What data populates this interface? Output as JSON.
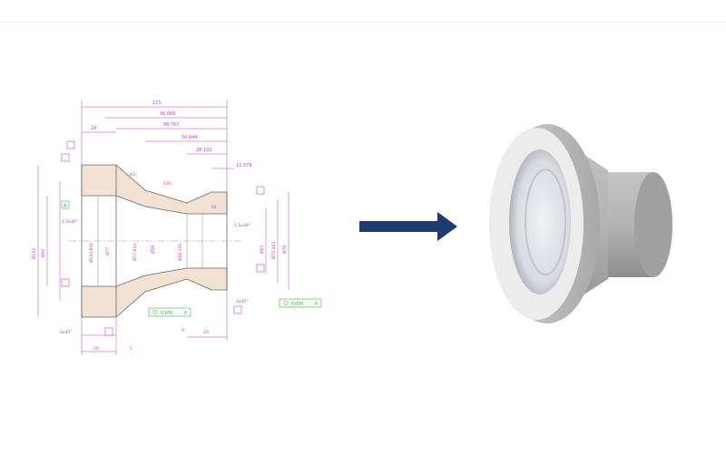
{
  "drawing": {
    "dims_horizontal": [
      "115",
      "96.666",
      "88.767",
      "50.644",
      "28.102",
      "11.578"
    ],
    "dim_top_left": "24",
    "dims_bottom": [
      "3x45°",
      "20",
      "5",
      "9",
      "20",
      "3x45°"
    ],
    "dims_vertical_left": [
      "Ø132",
      "Ø90",
      "Ø124.891",
      "Ø77",
      "Ø77.634",
      "Ø58",
      "Ø58.335"
    ],
    "dims_vertical_right": [
      "Ø65",
      "Ø72.445",
      "Ø76"
    ],
    "chamfers": [
      "1.5x30°",
      "1.5x30°"
    ],
    "radii": [
      "R3",
      "R25",
      "R1"
    ],
    "tolerance_frames": [
      "0.100",
      "0.050"
    ],
    "datum_letters": [
      "A",
      "A",
      "A"
    ],
    "colors": {
      "dimension": "#c040c0",
      "outline": "#555555",
      "hatch": "#d9b8a0",
      "frame": "#2e9e4a"
    }
  },
  "arrow": {
    "color": "#1e3a70",
    "icon": "right-arrow-icon"
  },
  "part3d": {
    "colors": {
      "body": "#c9c9c9",
      "face": "#ececec",
      "shade": "#8c8c8c"
    }
  }
}
